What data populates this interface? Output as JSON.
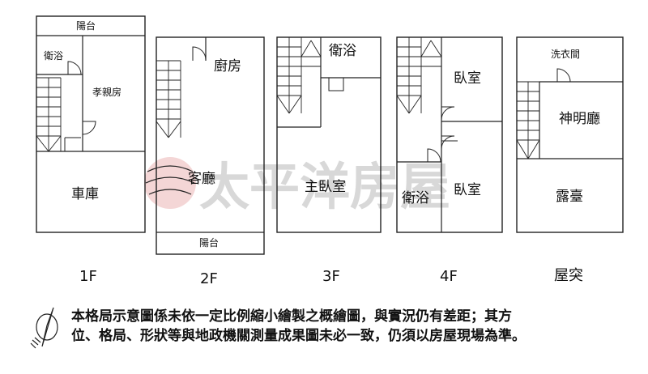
{
  "watermark": "太平洋房屋",
  "floors": [
    {
      "label": "1F",
      "rooms": {
        "balcony": "陽台",
        "bathroom": "衛浴",
        "parents_room": "孝親房",
        "garage": "車庫"
      }
    },
    {
      "label": "2F",
      "rooms": {
        "kitchen": "廚房",
        "living_room": "客廳",
        "balcony": "陽台"
      }
    },
    {
      "label": "3F",
      "rooms": {
        "bathroom": "衛浴",
        "master_bedroom": "主臥室"
      }
    },
    {
      "label": "4F",
      "rooms": {
        "bedroom_top": "臥室",
        "bathroom": "衛浴",
        "bedroom_bottom": "臥室"
      }
    },
    {
      "label": "屋突",
      "rooms": {
        "laundry": "洗衣間",
        "shrine_hall": "神明廳",
        "terrace": "露臺"
      }
    }
  ],
  "disclaimer": {
    "line1": "本格局示意圖係未依一定比例縮小繪製之概繪圖，與實況仍有差距；其方",
    "line2": "位、格局、形狀等與地政機關測量成果圖未必一致，仍須以房屋現場為準。"
  },
  "compass_icon": "north-arrow-icon"
}
